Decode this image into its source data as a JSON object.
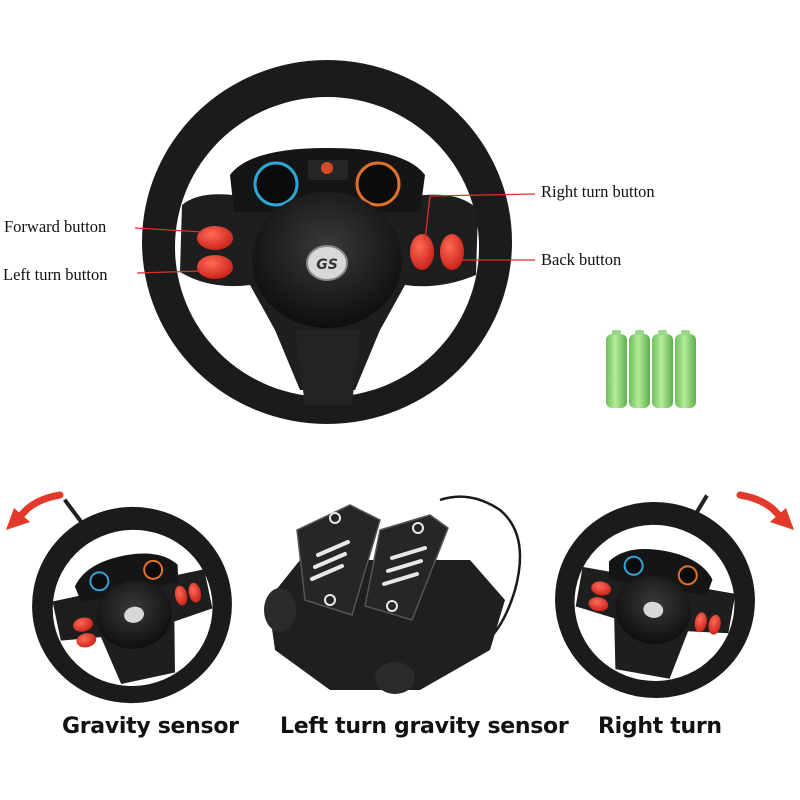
{
  "callouts": {
    "forward": "Forward button",
    "left_turn": "Left turn button",
    "right_turn": "Right turn button",
    "back": "Back button"
  },
  "captions": {
    "gravity_sensor": "Gravity sensor",
    "left_turn_gravity": "Left turn gravity sensor",
    "right_turn": "Right turn"
  },
  "logo_text": "GS",
  "colors": {
    "wheel": "#1c1c1c",
    "button_red": "#e8312a",
    "arrow_red": "#e23a2a",
    "battery_green": "#8fd27a",
    "leader_red": "#d9342b"
  },
  "icons": [
    "steering-wheel-icon",
    "pedal-icon",
    "battery-icon",
    "rotate-arrow-icon"
  ]
}
